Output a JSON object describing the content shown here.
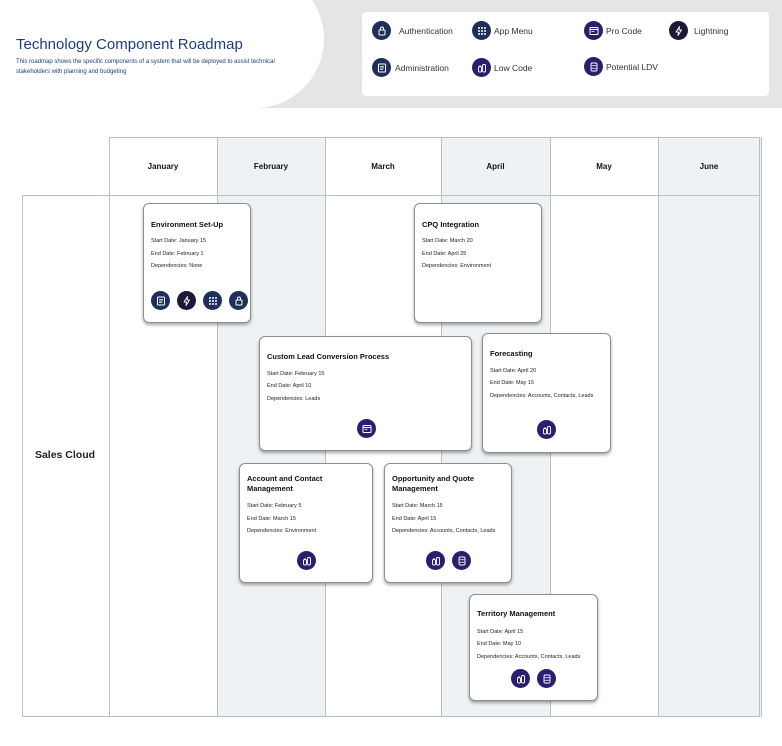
{
  "header": {
    "title": "Technology Component Roadmap",
    "subtitle": "This  roadmap shows the specific components of a system that will be deployed to assist technical stakeholders with planning and budgeting"
  },
  "legend": [
    {
      "label": "Authentication",
      "icon": "lock-icon",
      "color": "#1f2f59"
    },
    {
      "label": "App Menu",
      "icon": "grid-icon",
      "color": "#1f2f59"
    },
    {
      "label": "Pro Code",
      "icon": "window-icon",
      "color": "#2b1f6b"
    },
    {
      "label": "Lightning",
      "icon": "bolt-icon",
      "color": "#1e1838"
    },
    {
      "label": "Administration",
      "icon": "document-icon",
      "color": "#1f2f59"
    },
    {
      "label": "Low Code",
      "icon": "blocks-icon",
      "color": "#2b1f6b"
    },
    {
      "label": "Potential LDV",
      "icon": "database-icon",
      "color": "#2b1f6b"
    }
  ],
  "months": [
    "January",
    "February",
    "March",
    "April",
    "May",
    "June"
  ],
  "row_label": "Sales Cloud",
  "cards": [
    {
      "title": "Environment Set-Up",
      "start": "Start Date: January 15",
      "end": "End Date:  February 1",
      "deps": "Dependencies: None",
      "icons": [
        "document-icon",
        "bolt-icon",
        "grid-icon",
        "lock-icon"
      ]
    },
    {
      "title": "CPQ Integration",
      "start": "Start Date: March 20",
      "end": "End Date: April 25",
      "deps": "Dependencies: Environment",
      "icons": []
    },
    {
      "title": "Custom Lead Conversion Process",
      "start": "Start Date: February 15",
      "end": "End Date:  April 10",
      "deps": "Dependencies: Leads",
      "icons": [
        "window-icon"
      ]
    },
    {
      "title": "Forecasting",
      "start": "Start Date: April 20",
      "end": "End Date: May 15",
      "deps": "Dependencies: Accounts, Contacts, Leads",
      "icons": [
        "blocks-icon"
      ]
    },
    {
      "title": "Account and Contact Management",
      "start": "Start Date: February 5",
      "end": "End Date: March 15",
      "deps": "Dependencies:  Environment",
      "icons": [
        "blocks-icon"
      ]
    },
    {
      "title": "Opportunity and Quote Management",
      "start": "Start Date: March 15",
      "end": "End Date: April 15",
      "deps": "Dependencies: Accounts, Contacts, Leads",
      "icons": [
        "blocks-icon",
        "database-icon"
      ]
    },
    {
      "title": "Territory Management",
      "start": "Start Date: April 15",
      "end": "End Date: May 10",
      "deps": "Dependencies: Accounts, Contacts, Leads",
      "icons": [
        "blocks-icon",
        "database-icon"
      ]
    }
  ]
}
